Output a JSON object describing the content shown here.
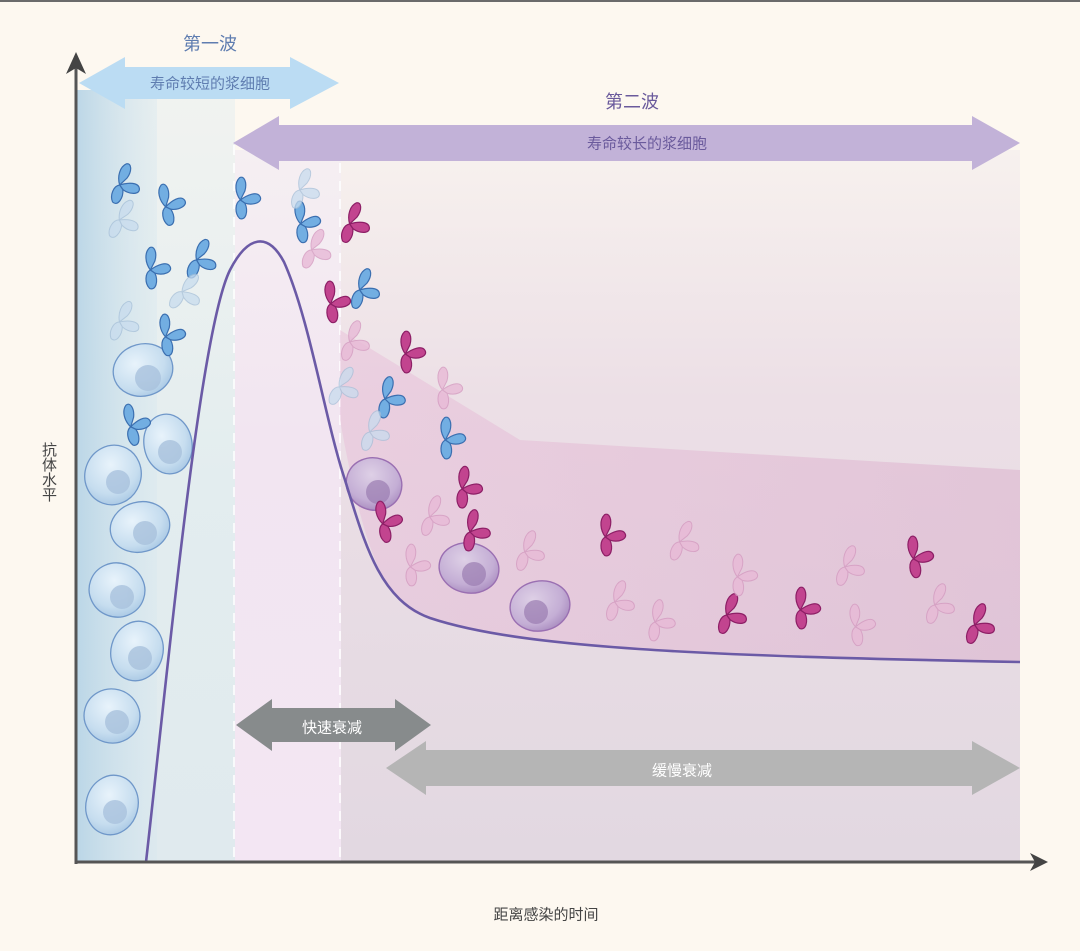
{
  "colors": {
    "background": "#fdf8f0",
    "wave1_region": "#e4eef0",
    "fast_region": "#f3e6f3",
    "slow_region": "#e4d9e3",
    "wave1_arrow": "#bbdcf3",
    "wave1_text": "#5f7db0",
    "wave2_arrow": "#c2b2d8",
    "wave2_text": "#6a5a9c",
    "fast_arrow": "#878b8c",
    "slow_arrow": "#b5b5b5",
    "curve": "#6b5aa6",
    "axis": "#555555",
    "antibody_blue": "#6aa8df",
    "antibody_magenta": "#b23a8a",
    "cell_blue": "#c8dff0",
    "cell_purple": "#bba3cc"
  },
  "labels": {
    "wave1_title": "第一波",
    "wave1_arrow": "寿命较短的浆细胞",
    "wave2_title": "第二波",
    "wave2_arrow": "寿命较长的浆细胞",
    "fast_decay": "快速衰减",
    "slow_decay": "缓慢衰减",
    "y_axis": "抗体水平",
    "x_axis": "距离感染的时间"
  },
  "chart_data": {
    "type": "line",
    "title": "",
    "xlabel": "距离感染的时间",
    "ylabel": "抗体水平",
    "ticks": "none",
    "description": "Antibody level over time after infection: steep rise from wave-1 short-lived plasma cells to a peak, rapid decay, then a slow decay plateau maintained by long-lived plasma cells.",
    "x": [
      0.0,
      0.05,
      0.1,
      0.15,
      0.18,
      0.2,
      0.22,
      0.25,
      0.28,
      0.32,
      0.36,
      0.42,
      0.5,
      0.6,
      0.7,
      0.8,
      0.9,
      1.0
    ],
    "values": [
      0.0,
      0.3,
      0.7,
      0.92,
      0.99,
      1.0,
      0.97,
      0.82,
      0.55,
      0.38,
      0.3,
      0.27,
      0.24,
      0.23,
      0.22,
      0.215,
      0.21,
      0.21
    ],
    "regions": [
      {
        "name": "第一波 寿命较短的浆细胞",
        "x_range": [
          0.0,
          0.35
        ]
      },
      {
        "name": "第二波 寿命较长的浆细胞",
        "x_range": [
          0.17,
          1.0
        ]
      },
      {
        "name": "快速衰减",
        "x_range": [
          0.17,
          0.37
        ]
      },
      {
        "name": "缓慢衰减",
        "x_range": [
          0.33,
          1.0
        ]
      }
    ]
  }
}
